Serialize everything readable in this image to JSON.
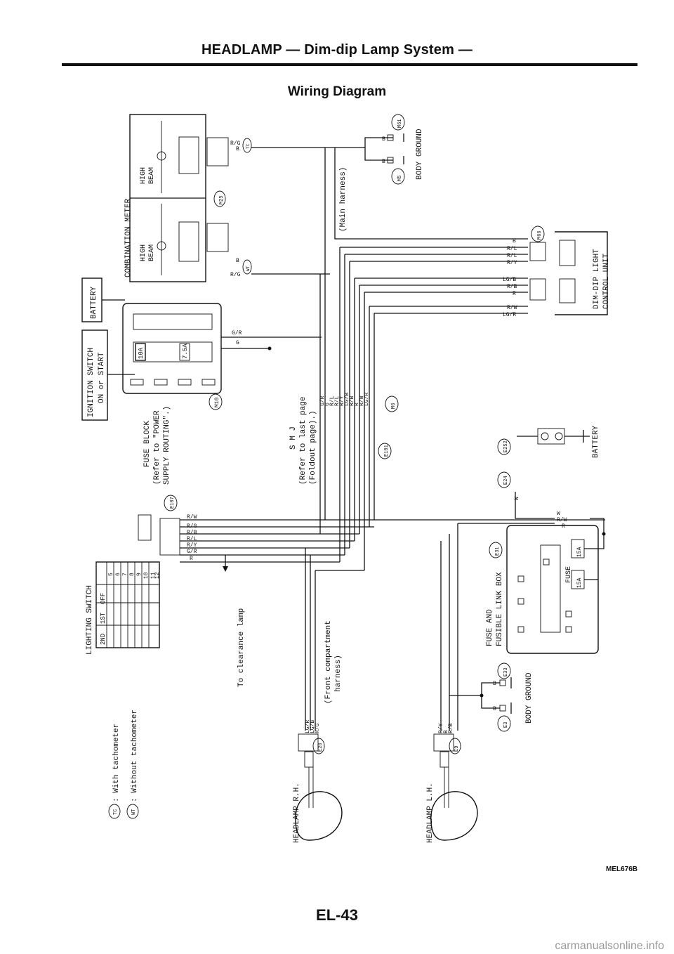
{
  "page": {
    "title": "HEADLAMP — Dim-dip Lamp System —",
    "subtitle": "Wiring Diagram",
    "figure_code": "MEL676B",
    "page_number": "EL-43",
    "watermark": "carmanualsonline.info"
  },
  "components": {
    "battery_top": "BATTERY",
    "ignition_switch": "IGNITION SWITCH",
    "ignition_switch_pos": "ON or START",
    "fuse_block": "FUSE BLOCK",
    "fuse_block_ref1": "(Refer to \"POWER",
    "fuse_block_ref2": "SUPPLY ROUTING\".)",
    "fuse_block_conn": "M10",
    "fuse_10a": "10A",
    "fuse_75a": "7.5A",
    "combination_meter": "COMBINATION METER",
    "high_beam": "HIGH",
    "high_beam2": "BEAM",
    "conn_m25": "M25",
    "conn_tc": "TC",
    "conn_wt": "WT",
    "conn_m61": "M61",
    "conn_m5": "M5",
    "body_ground": "BODY GROUND",
    "main_harness": "(Main harness)",
    "dimdip_unit": "DIM-DIP LIGHT",
    "dimdip_unit2": "CONTROL UNIT",
    "conn_m66": "M66",
    "smj": "S M J",
    "smj_ref1": "(Refer to last page",
    "smj_ref2": "(Foldout page).)",
    "conn_m6": "M6",
    "conn_e101": "E101",
    "battery_mid": "BATTERY",
    "conn_e252": "E252",
    "conn_e24": "E24",
    "lighting_switch": "LIGHTING SWITCH",
    "conn_e107": "E107",
    "to_clearance": "To clearance lamp",
    "front_harness1": "(Front compartment",
    "front_harness2": "harness)",
    "fuse_link_box1": "FUSE AND",
    "fuse_link_box2": "FUSIBLE LINK BOX",
    "conn_e31": "E31",
    "fuse_label": "FUSE",
    "fuse_15a_a": "15A",
    "fuse_15a_b": "15A",
    "conn_e33": "E33",
    "conn_e3": "E3",
    "body_ground_2": "BODY GROUND",
    "legend_tc": "TC",
    "legend_tc_text": ": With tachometer",
    "legend_wt": "WT",
    "legend_wt_text": ": Without tachometer",
    "headlamp_rh": "HEADLAMP R.H.",
    "headlamp_lh": "HEADLAMP L.H.",
    "conn_e26": "E26",
    "conn_e9": "E9"
  },
  "wires": {
    "rg": "R/G",
    "b": "B",
    "gr": "G/R",
    "g": "G",
    "w": "W",
    "rw": "R/W",
    "r": "R",
    "rl": "R/L",
    "ry": "R/Y",
    "lgb": "LG/B",
    "rb": "R/B",
    "lgr": "LG/R",
    "gl": "G/L",
    "gb": "G/B"
  },
  "switch_cols": [
    "OFF",
    "1ST",
    "2ND"
  ],
  "switch_rows": [
    "5",
    "6",
    "7",
    "8",
    "9",
    "10",
    "11",
    "12"
  ]
}
